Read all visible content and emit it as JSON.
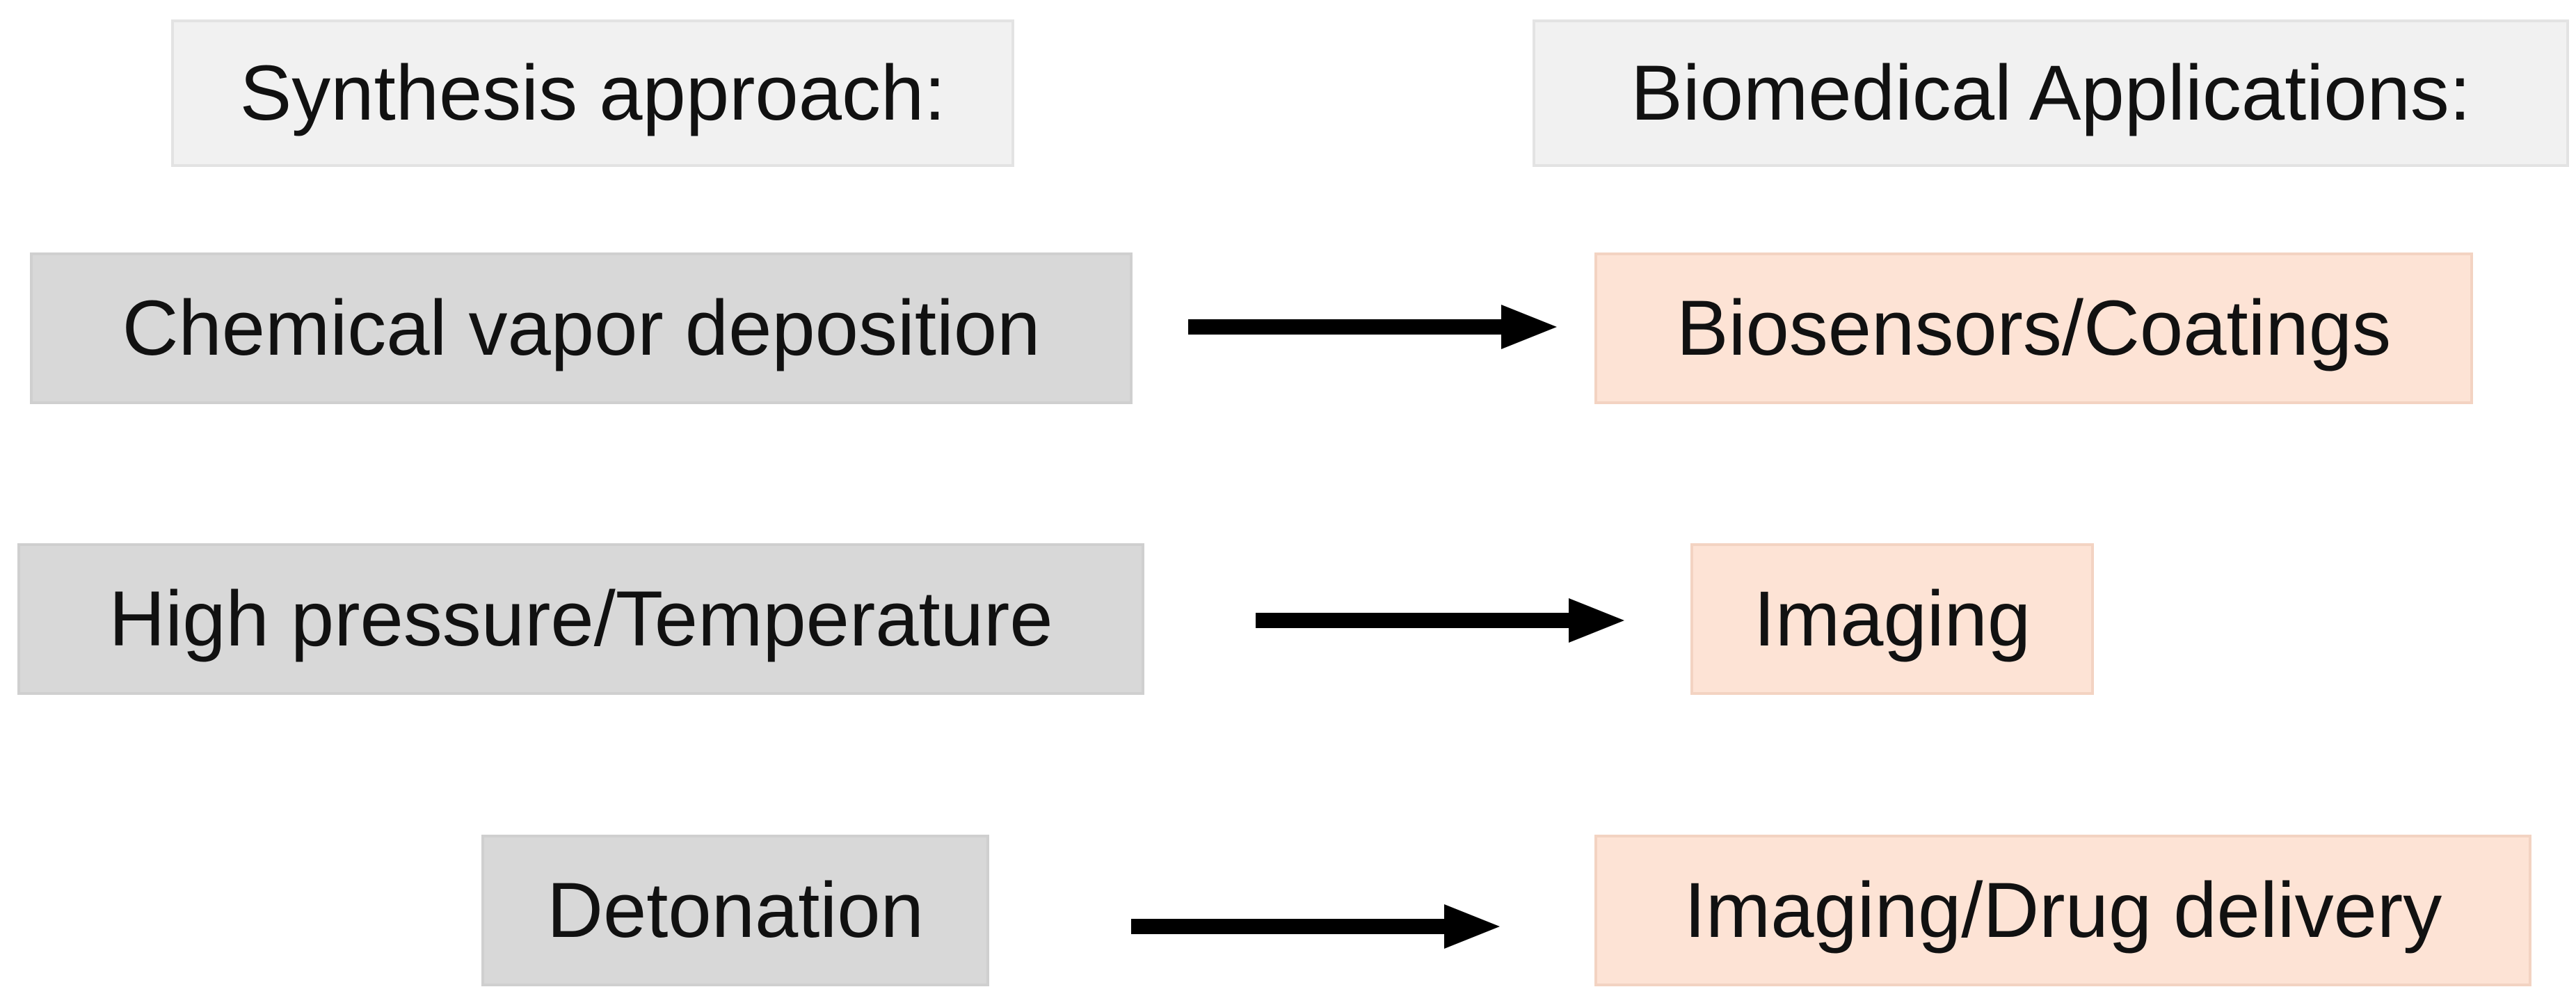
{
  "headers": {
    "left": "Synthesis approach:",
    "right": "Biomedical Applications:"
  },
  "rows": [
    {
      "method": "Chemical vapor deposition",
      "application": "Biosensors/Coatings"
    },
    {
      "method": "High pressure/Temperature",
      "application": "Imaging"
    },
    {
      "method": "Detonation",
      "application": "Imaging/Drug delivery"
    }
  ],
  "colors": {
    "header_fill": "#f1f1f1",
    "method_fill": "#d8d8d8",
    "application_fill": "#fde3d5",
    "arrow": "#000000"
  }
}
